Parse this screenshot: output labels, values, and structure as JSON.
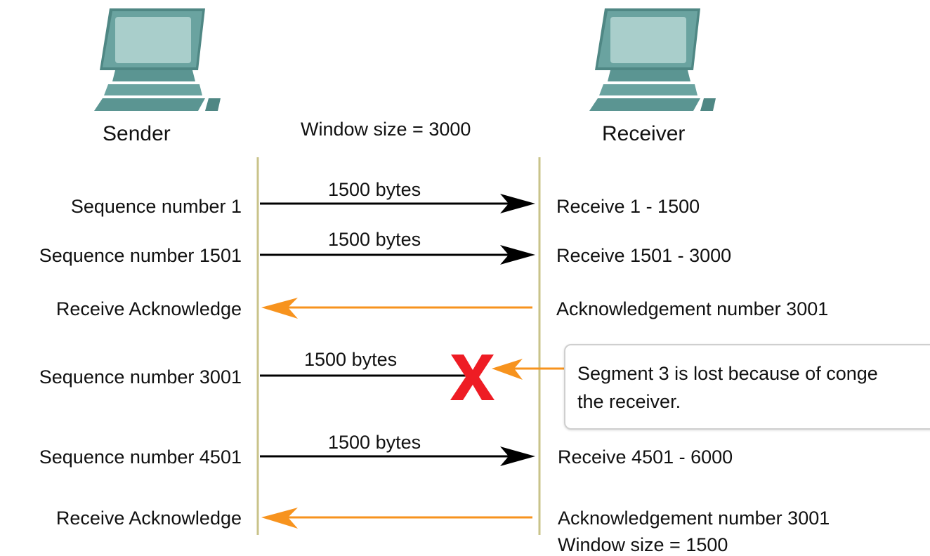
{
  "hosts": {
    "sender": "Sender",
    "receiver": "Receiver"
  },
  "window_size_label": "Window size = 3000",
  "rows": [
    {
      "left": "Sequence number 1",
      "arrow_label": "1500 bytes",
      "right": "Receive 1 - 1500",
      "direction": "to-receiver"
    },
    {
      "left": "Sequence number 1501",
      "arrow_label": "1500 bytes",
      "right": "Receive 1501 - 3000",
      "direction": "to-receiver"
    },
    {
      "left": "Receive Acknowledge",
      "arrow_label": "",
      "right": "Acknowledgement number 3001",
      "direction": "to-sender"
    },
    {
      "left": "Sequence number 3001",
      "arrow_label": "1500 bytes",
      "right": "",
      "direction": "lost"
    },
    {
      "left": "Sequence number 4501",
      "arrow_label": "1500 bytes",
      "right": "Receive 4501 - 6000",
      "direction": "to-receiver"
    },
    {
      "left": "Receive Acknowledge",
      "arrow_label": "",
      "right": "Acknowledgement number 3001",
      "right_line2": "Window size = 1500",
      "direction": "to-sender"
    }
  ],
  "callout": {
    "line1": "Segment 3 is lost because of conge",
    "line2": "the receiver."
  },
  "colors": {
    "timeline": "#c9c38a",
    "data_arrow": "#000000",
    "ack_arrow": "#f7931e",
    "lost_mark": "#ee1c24",
    "computer": "#5f9794"
  },
  "icons": {
    "sender": "computer-icon",
    "receiver": "computer-icon",
    "loss": "x-mark-icon"
  }
}
